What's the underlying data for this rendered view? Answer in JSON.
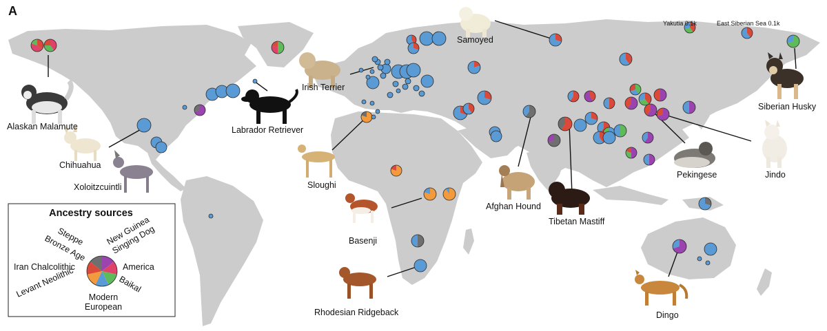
{
  "panel_label": "A",
  "colors": {
    "land": "#cccccc",
    "ocean": "#ffffff",
    "Steppe Bronze Age": "#6f6f6f",
    "New Guinea Singing Dog": "#9b44b0",
    "America": "#e0436a",
    "Baikal": "#5fbb5a",
    "Modern European": "#5b9bd5",
    "Levant Neolithic": "#f39a3c",
    "Iran Chalcolithic": "#d94a3a"
  },
  "legend": {
    "title": "Ancestry sources",
    "labels": {
      "steppe": "Steppe Bronze Age",
      "ngsd": "New Guinea Singing Dog",
      "america": "America",
      "baikal": "Baikal",
      "modern": "Modern European",
      "levant": "Levant Neolithic",
      "iran": "Iran Chalcolithic"
    },
    "steppe_1": "Steppe",
    "steppe_2": "Bronze Age",
    "ngsd_1": "New Guinea",
    "ngsd_2": "Singing Dog",
    "america": "America",
    "baikal": "Baikal",
    "modern_1": "Modern",
    "modern_2": "European",
    "levant": "Levant Neolithic",
    "iran": "Iran Chalcolithic"
  },
  "annotations": {
    "yakutia": "Yakutia 0.1k",
    "east_siberian_sea": "East Siberian Sea 0.1k"
  },
  "breeds": {
    "alaskan_malamute": "Alaskan Malamute",
    "chihuahua": "Chihuahua",
    "xoloitzcuintli": "Xoloitzcuintli",
    "labrador_retriever": "Labrador Retriever",
    "irish_terrier": "Irish Terrier",
    "samoyed": "Samoyed",
    "siberian_husky": "Siberian Husky",
    "jindo": "Jindo",
    "pekingese": "Pekingese",
    "tibetan_mastiff": "Tibetan Mastiff",
    "afghan_hound": "Afghan Hound",
    "sloughi": "Sloughi",
    "basenji": "Basenji",
    "rhodesian_ridgeback": "Rhodesian Ridgeback",
    "dingo": "Dingo"
  }
}
